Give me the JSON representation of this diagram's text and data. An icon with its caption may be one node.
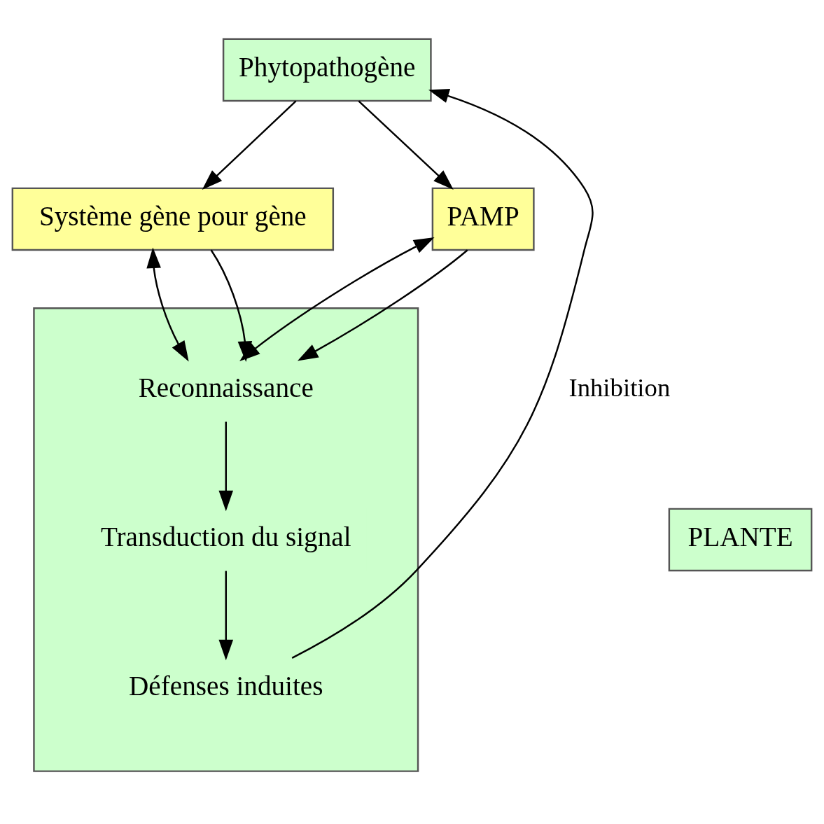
{
  "diagram": {
    "nodes": [
      {
        "text": [
          "Phytopathogène"
        ]
      },
      {
        "text": [
          "Système gène pour gène"
        ]
      },
      {
        "text": [
          "PAMP"
        ]
      },
      {
        "text": [],
        "shape": "box"
      },
      {
        "text": [
          "Reconnaissance"
        ],
        "in": 3
      },
      {
        "text": [
          "Transduction du signal"
        ],
        "in": 3
      },
      {
        "text": [
          "Défenses induites"
        ],
        "in": 3
      },
      {
        "text": [
          "PLANTE"
        ]
      }
    ],
    "edges": [
      {
        "from": 0,
        "to": 1,
        "arrow": "to"
      },
      {
        "from": 0,
        "to": 2,
        "arrow": "to"
      },
      {
        "from": 1,
        "to": 4,
        "arrow": "both"
      },
      {
        "from": 1,
        "to": 4,
        "arrow": "to"
      },
      {
        "from": 2,
        "to": 4,
        "arrow": "both"
      },
      {
        "from": 2,
        "to": 4,
        "arrow": "to"
      },
      {
        "from": 4,
        "to": 5,
        "arrow": "to"
      },
      {
        "from": 5,
        "to": 6,
        "arrow": "to"
      },
      {
        "from": 6,
        "to": 0,
        "arrow": "to",
        "label": "Inhibition"
      }
    ]
  }
}
